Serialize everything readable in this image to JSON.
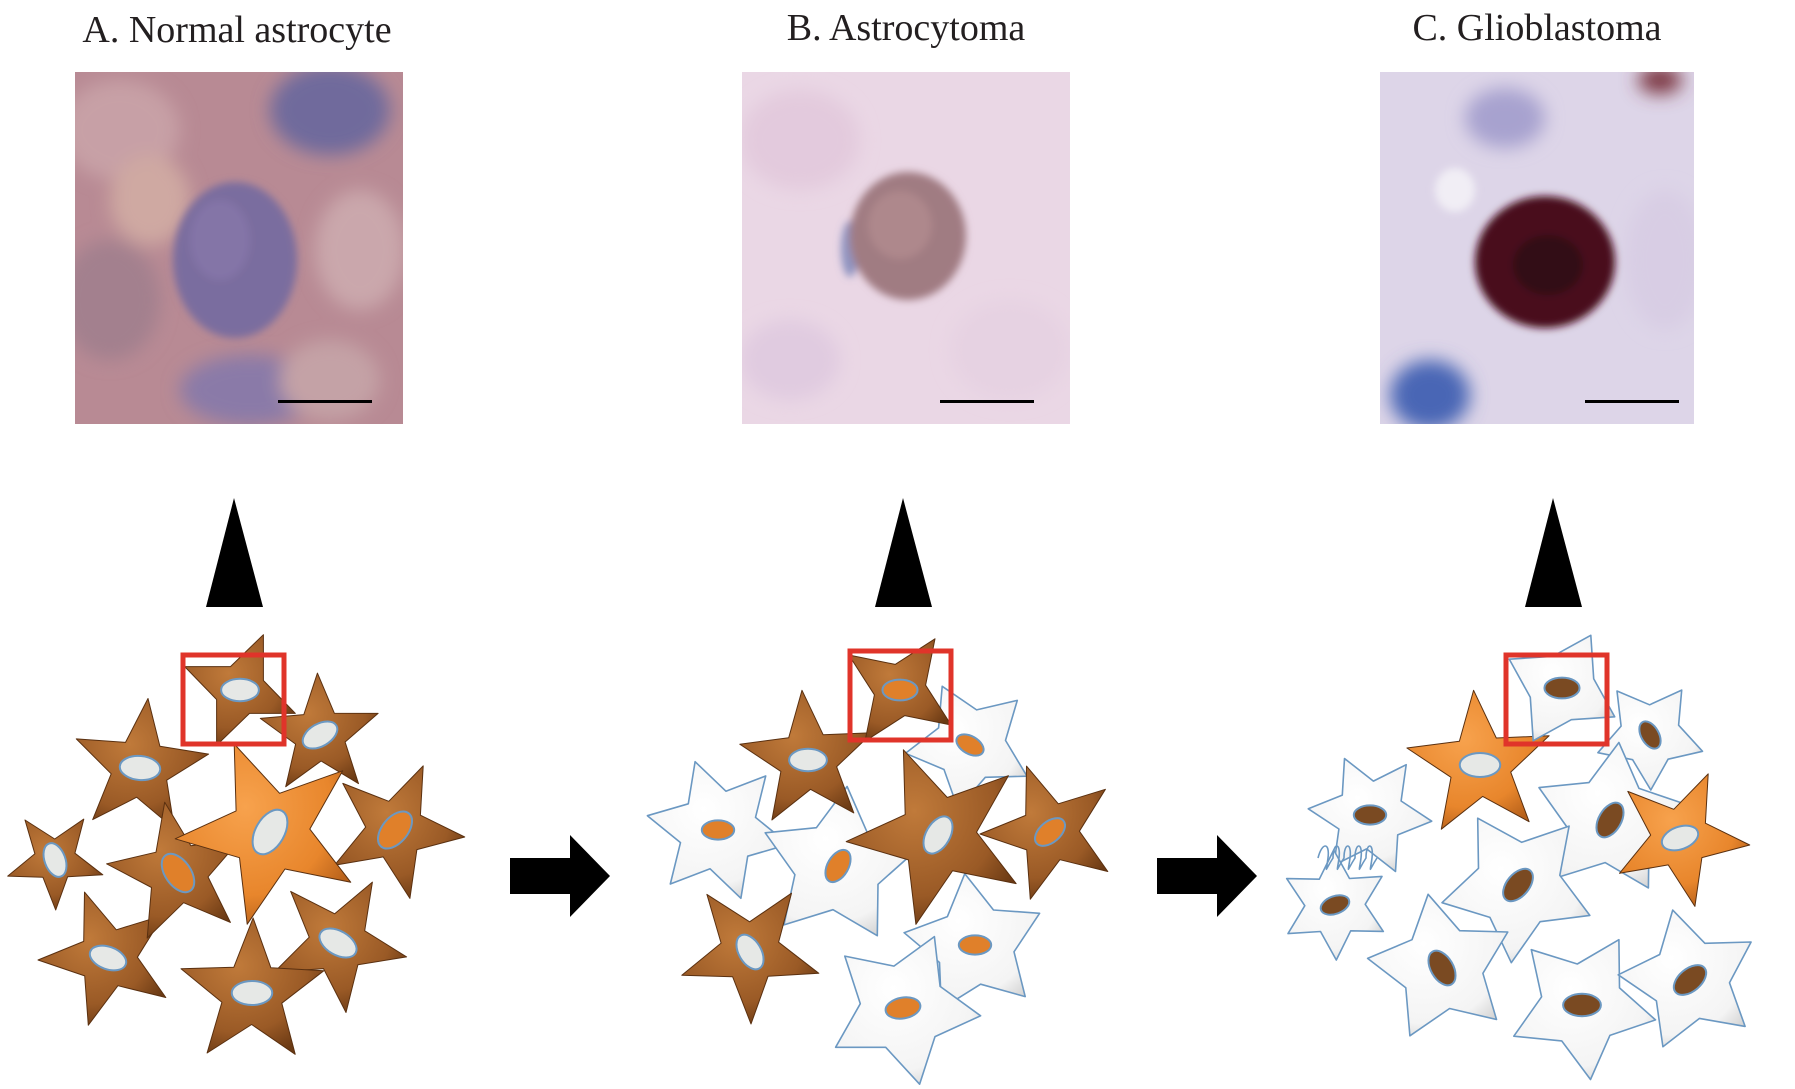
{
  "figure": {
    "panels": [
      {
        "id": "A",
        "title": "A. Normal astrocyte",
        "micrograph": {
          "background": "#b88a94",
          "nucleus_color": "#7a6d9f",
          "stain": "weak"
        },
        "scale_bar_color": "#000000"
      },
      {
        "id": "B",
        "title": "B. Astrocytoma",
        "micrograph": {
          "background": "#ead7e5",
          "nucleus_color": "#a07b82",
          "stain": "moderate"
        },
        "scale_bar_color": "#000000"
      },
      {
        "id": "C",
        "title": "C. Glioblastoma",
        "micrograph": {
          "background": "#ddd5e8",
          "nucleus_color": "#4a0d1e",
          "stain": "strong"
        },
        "scale_bar_color": "#000000"
      }
    ],
    "progression_arrows": [
      {
        "icon": "right-arrow-icon",
        "from": "A",
        "to": "B"
      },
      {
        "icon": "right-arrow-icon",
        "from": "B",
        "to": "C"
      }
    ],
    "colors": {
      "brown_astrocyte": "#9a5a26",
      "orange_astrocyte": "#e8862c",
      "white_tumor_cell": "#ffffff",
      "cell_outline": "#6b98c2",
      "highlight_box": "#e0342a",
      "pale_nucleus": "#e6e8e6",
      "orange_nucleus": "#e0802a",
      "brown_nucleus": "#7a4a22"
    }
  }
}
